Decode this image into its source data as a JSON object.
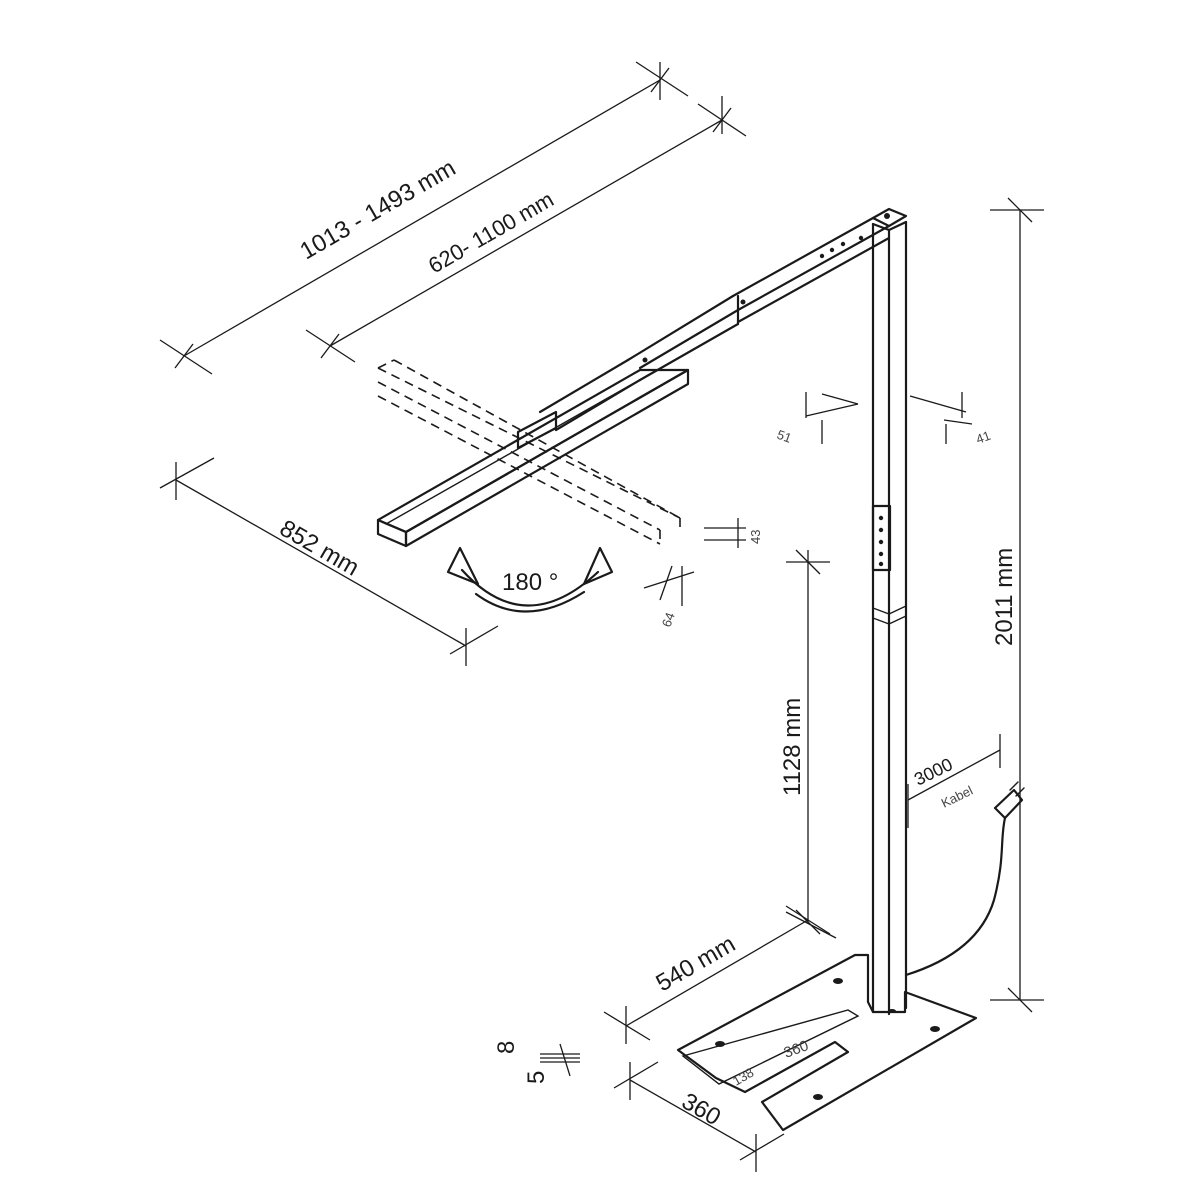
{
  "dimensions": {
    "reach_total": "1013 - 1493  mm",
    "arm_extension": "620- 1100 mm",
    "head_length": "852 mm",
    "rotation": "180 °",
    "profile_51": "51",
    "profile_41": "41",
    "head_height": "43",
    "head_width": "64",
    "total_height": "2011 mm",
    "column_height": "1128 mm",
    "cable_length": "3000",
    "cable_label": "Kabel",
    "base_depth": "540 mm",
    "base_width": "360",
    "base_inner_width": "360",
    "base_gap": "138",
    "plate_8": "8",
    "plate_5": "5"
  }
}
